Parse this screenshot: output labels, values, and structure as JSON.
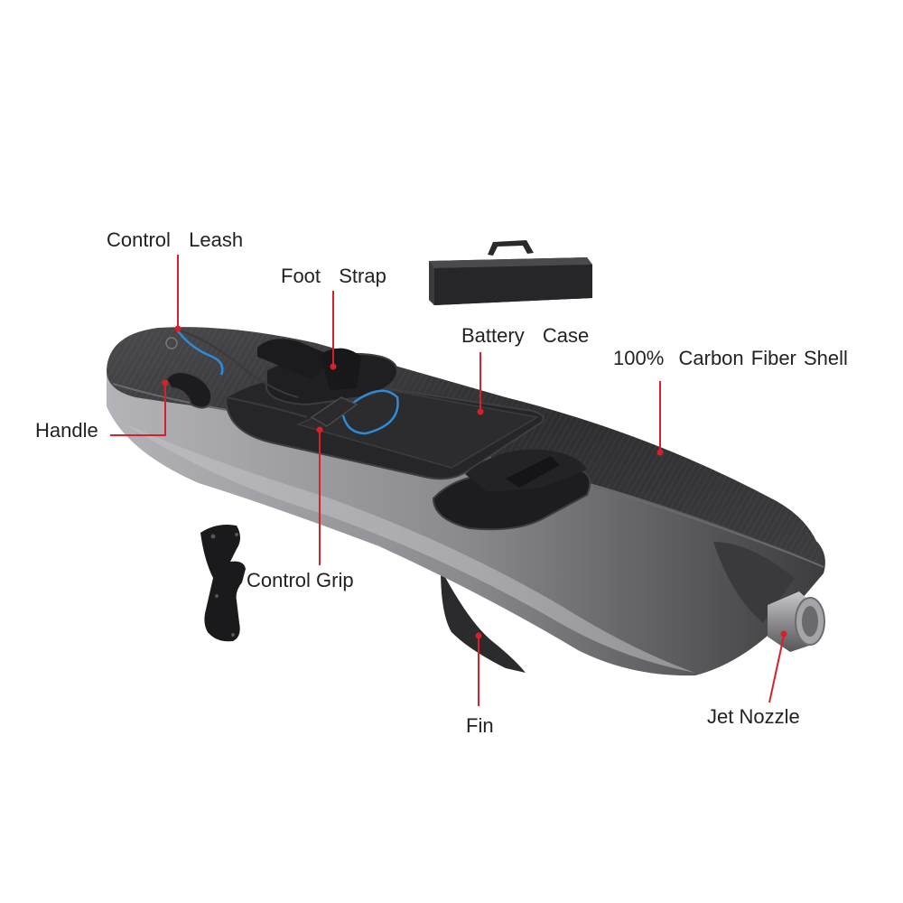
{
  "colors": {
    "background": "#ffffff",
    "callout_line": "#d8202a",
    "label_text": "#222222",
    "hull_dark": "#2b2b2d",
    "hull_light": "#a8a8ab",
    "leash_blue": "#2e8bd8"
  },
  "labels": {
    "control_leash": "Control  Leash",
    "foot_strap": "Foot  Strap",
    "battery_case": "Battery  Case",
    "carbon_shell": "100%  Carbon Fiber Shell",
    "handle": "Handle",
    "control_grip": "Control Grip",
    "fin": "Fin",
    "jet_nozzle": "Jet Nozzle"
  },
  "icons": {
    "board": "jetboard-hull",
    "battery": "battery-case-icon",
    "grip": "control-grip-icon"
  }
}
